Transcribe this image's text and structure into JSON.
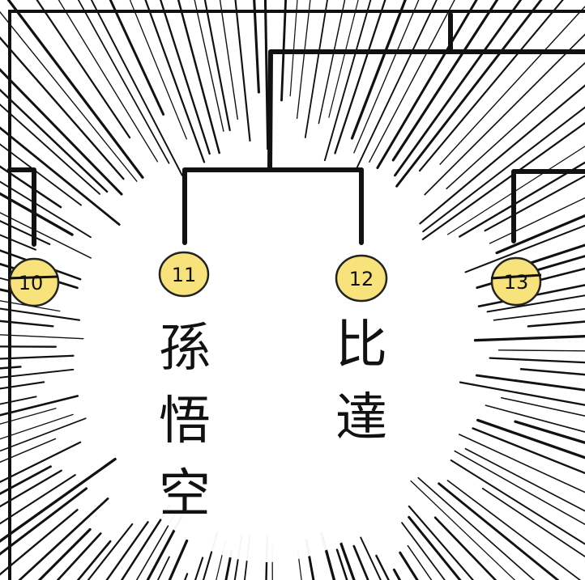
{
  "palette": {
    "ink": "#111111",
    "paper": "#ffffff",
    "seed_fill": "#f7e27c",
    "seed_stroke": "#222222"
  },
  "bracket": {
    "seeds": [
      {
        "number": "10",
        "name": "",
        "crossed": true
      },
      {
        "number": "11",
        "name": "孫悟空",
        "crossed": false
      },
      {
        "number": "12",
        "name": "比達",
        "crossed": false
      },
      {
        "number": "13",
        "name": "",
        "crossed": true
      }
    ]
  },
  "names": {
    "seed11": [
      "孫",
      "悟",
      "空"
    ],
    "seed12": [
      "比",
      "達"
    ]
  }
}
